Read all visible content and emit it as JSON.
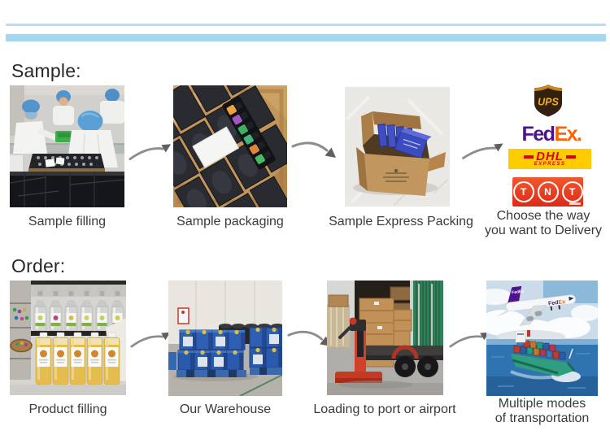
{
  "dividers": {
    "thin_color": "#b9e0f2",
    "thick_color": "#a6d6ec"
  },
  "sample": {
    "heading": "Sample:",
    "step1_caption": "Sample filling",
    "step2_caption": "Sample packaging",
    "step3_caption": "Sample Express Packing",
    "step4_caption_line1": "Choose the way",
    "step4_caption_line2": "you want to Delivery",
    "step1_alt": "Workers in hairnets filling sample bottles at a bench",
    "step2_alt": "Black sample boxes and vial kit packed in a carton",
    "step3_alt": "Blue sample boxes inside an open express carton"
  },
  "couriers": {
    "ups": "UPS",
    "fedex_fed": "Fed",
    "fedex_ex": "Ex",
    "fedex_dot": ".",
    "dhl": "DHL",
    "dhl_sub": "EXPRESS",
    "tnt_t1": "T",
    "tnt_n": "N",
    "tnt_t2": "T"
  },
  "order": {
    "heading": "Order:",
    "step1_caption": "Product filling",
    "step2_caption": "Our Warehouse",
    "step3_caption": "Loading to port or airport",
    "step4_caption_line1": "Multiple modes",
    "step4_caption_line2": "of transportation",
    "step1_alt": "Shelves with aluminium bottles and yellow oil bottles",
    "step2_alt": "Blue drums stacked on pallets in warehouse",
    "step3_alt": "Red pallet truck loading cartons into container truck",
    "step4_alt": "FedEx cargo plane and container ship"
  },
  "transport": {
    "plane_text": "FedEx"
  },
  "colors": {
    "ups_shield": "#33200f",
    "ups_gold": "#f0b01e",
    "fedex_purple": "#4d148c",
    "fedex_orange": "#ff6200",
    "dhl_yellow": "#fecc00",
    "dhl_red": "#d40511",
    "tnt_red": "#e8401f",
    "divider_blue": "#a6d6ec"
  }
}
